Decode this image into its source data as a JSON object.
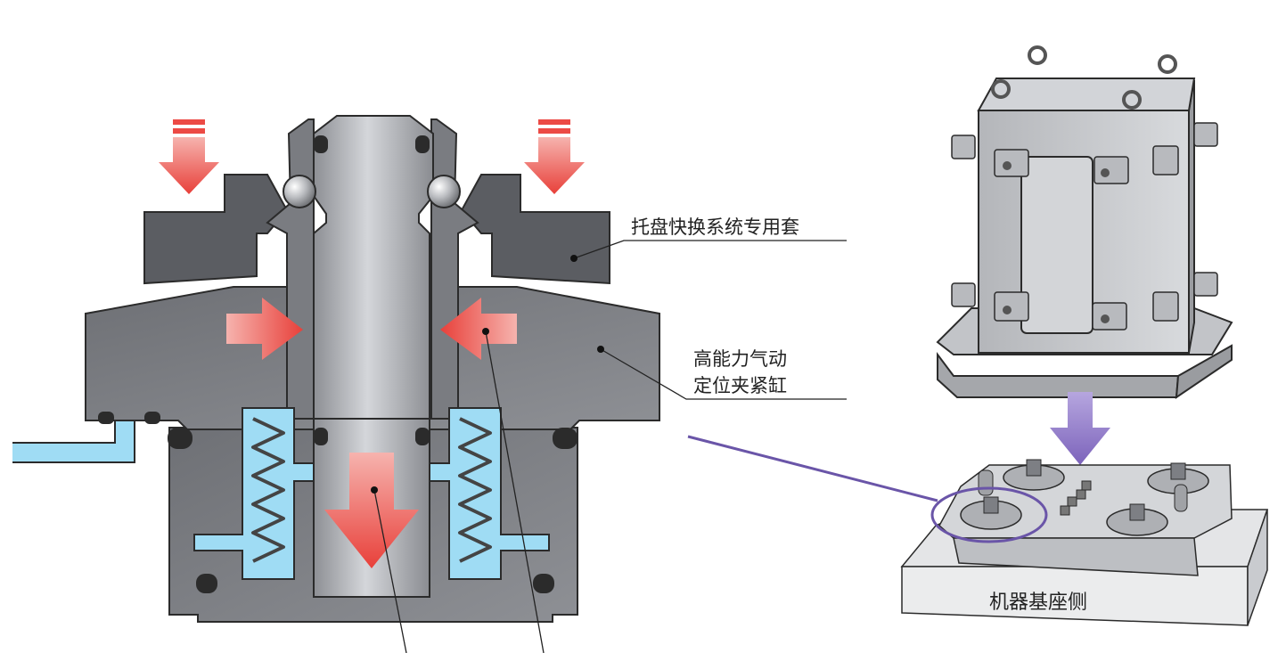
{
  "diagram": {
    "labels": {
      "pallet_sleeve": "托盘快换系统专用套",
      "cylinder_line1": "高能力气动",
      "cylinder_line2": "定位夹紧缸",
      "machine_base": "机器基座侧"
    },
    "colors": {
      "body_dark": "#5b5d62",
      "body_mid": "#808287",
      "steel_light": "#c9cbcf",
      "air_channel": "#9fdcf4",
      "arrow_red": "#ec4a45",
      "arrow_purple": "#8a73c2",
      "ellipse": "#6a55a8"
    }
  }
}
